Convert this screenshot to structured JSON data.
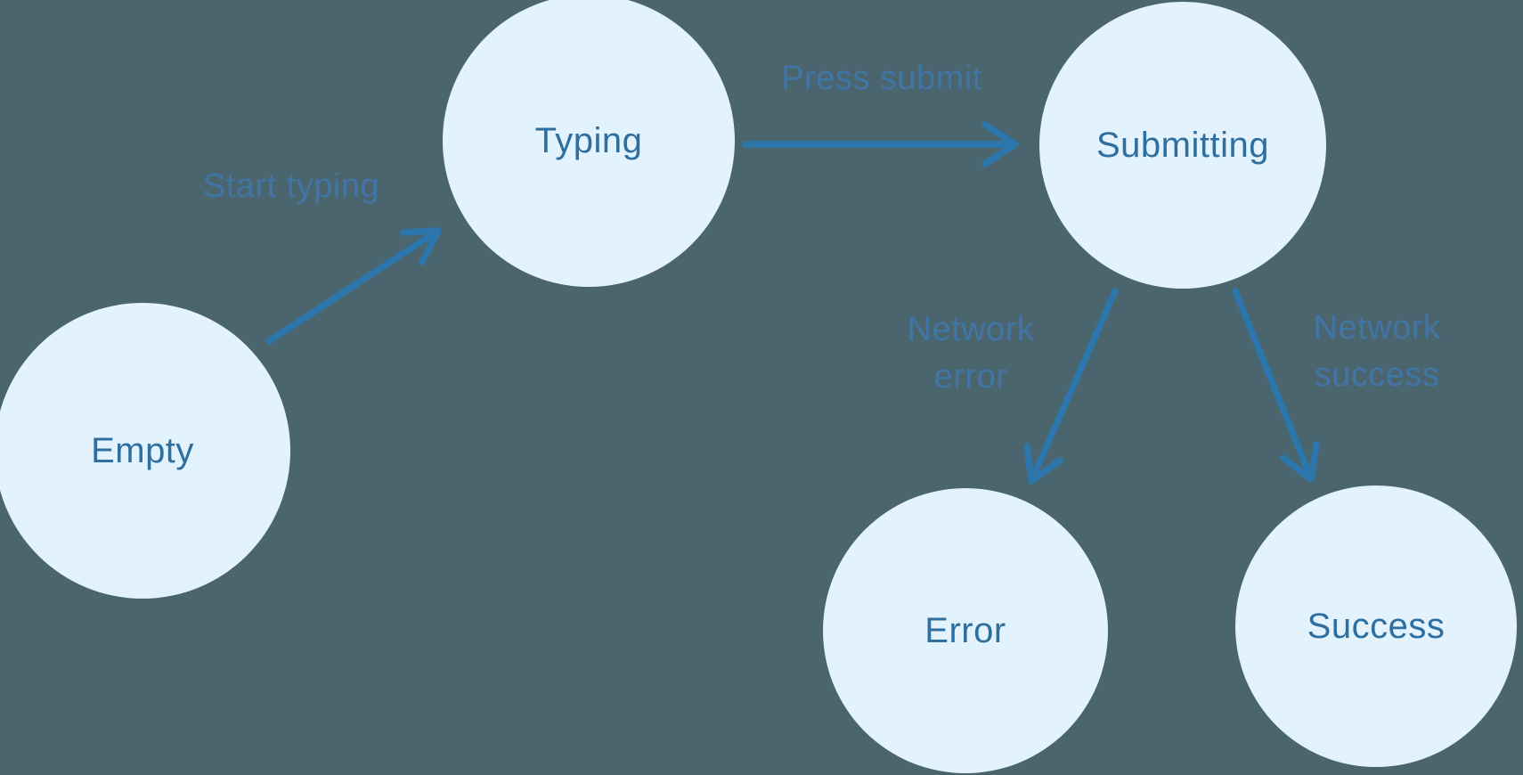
{
  "diagram": {
    "type": "state-machine",
    "nodes": [
      {
        "id": "empty",
        "label": "Empty"
      },
      {
        "id": "typing",
        "label": "Typing"
      },
      {
        "id": "submitting",
        "label": "Submitting"
      },
      {
        "id": "error",
        "label": "Error"
      },
      {
        "id": "success",
        "label": "Success"
      }
    ],
    "edges": [
      {
        "from": "empty",
        "to": "typing",
        "label": "Start typing"
      },
      {
        "from": "typing",
        "to": "submitting",
        "label": "Press submit"
      },
      {
        "from": "submitting",
        "to": "error",
        "label": "Network error"
      },
      {
        "from": "submitting",
        "to": "success",
        "label": "Network success"
      }
    ],
    "colors": {
      "background": "#4a656e",
      "node_fill": "#e3f3fd",
      "node_text": "#2e6f9f",
      "arrow": "#2d76ab",
      "edge_label": "#4079b2"
    }
  }
}
